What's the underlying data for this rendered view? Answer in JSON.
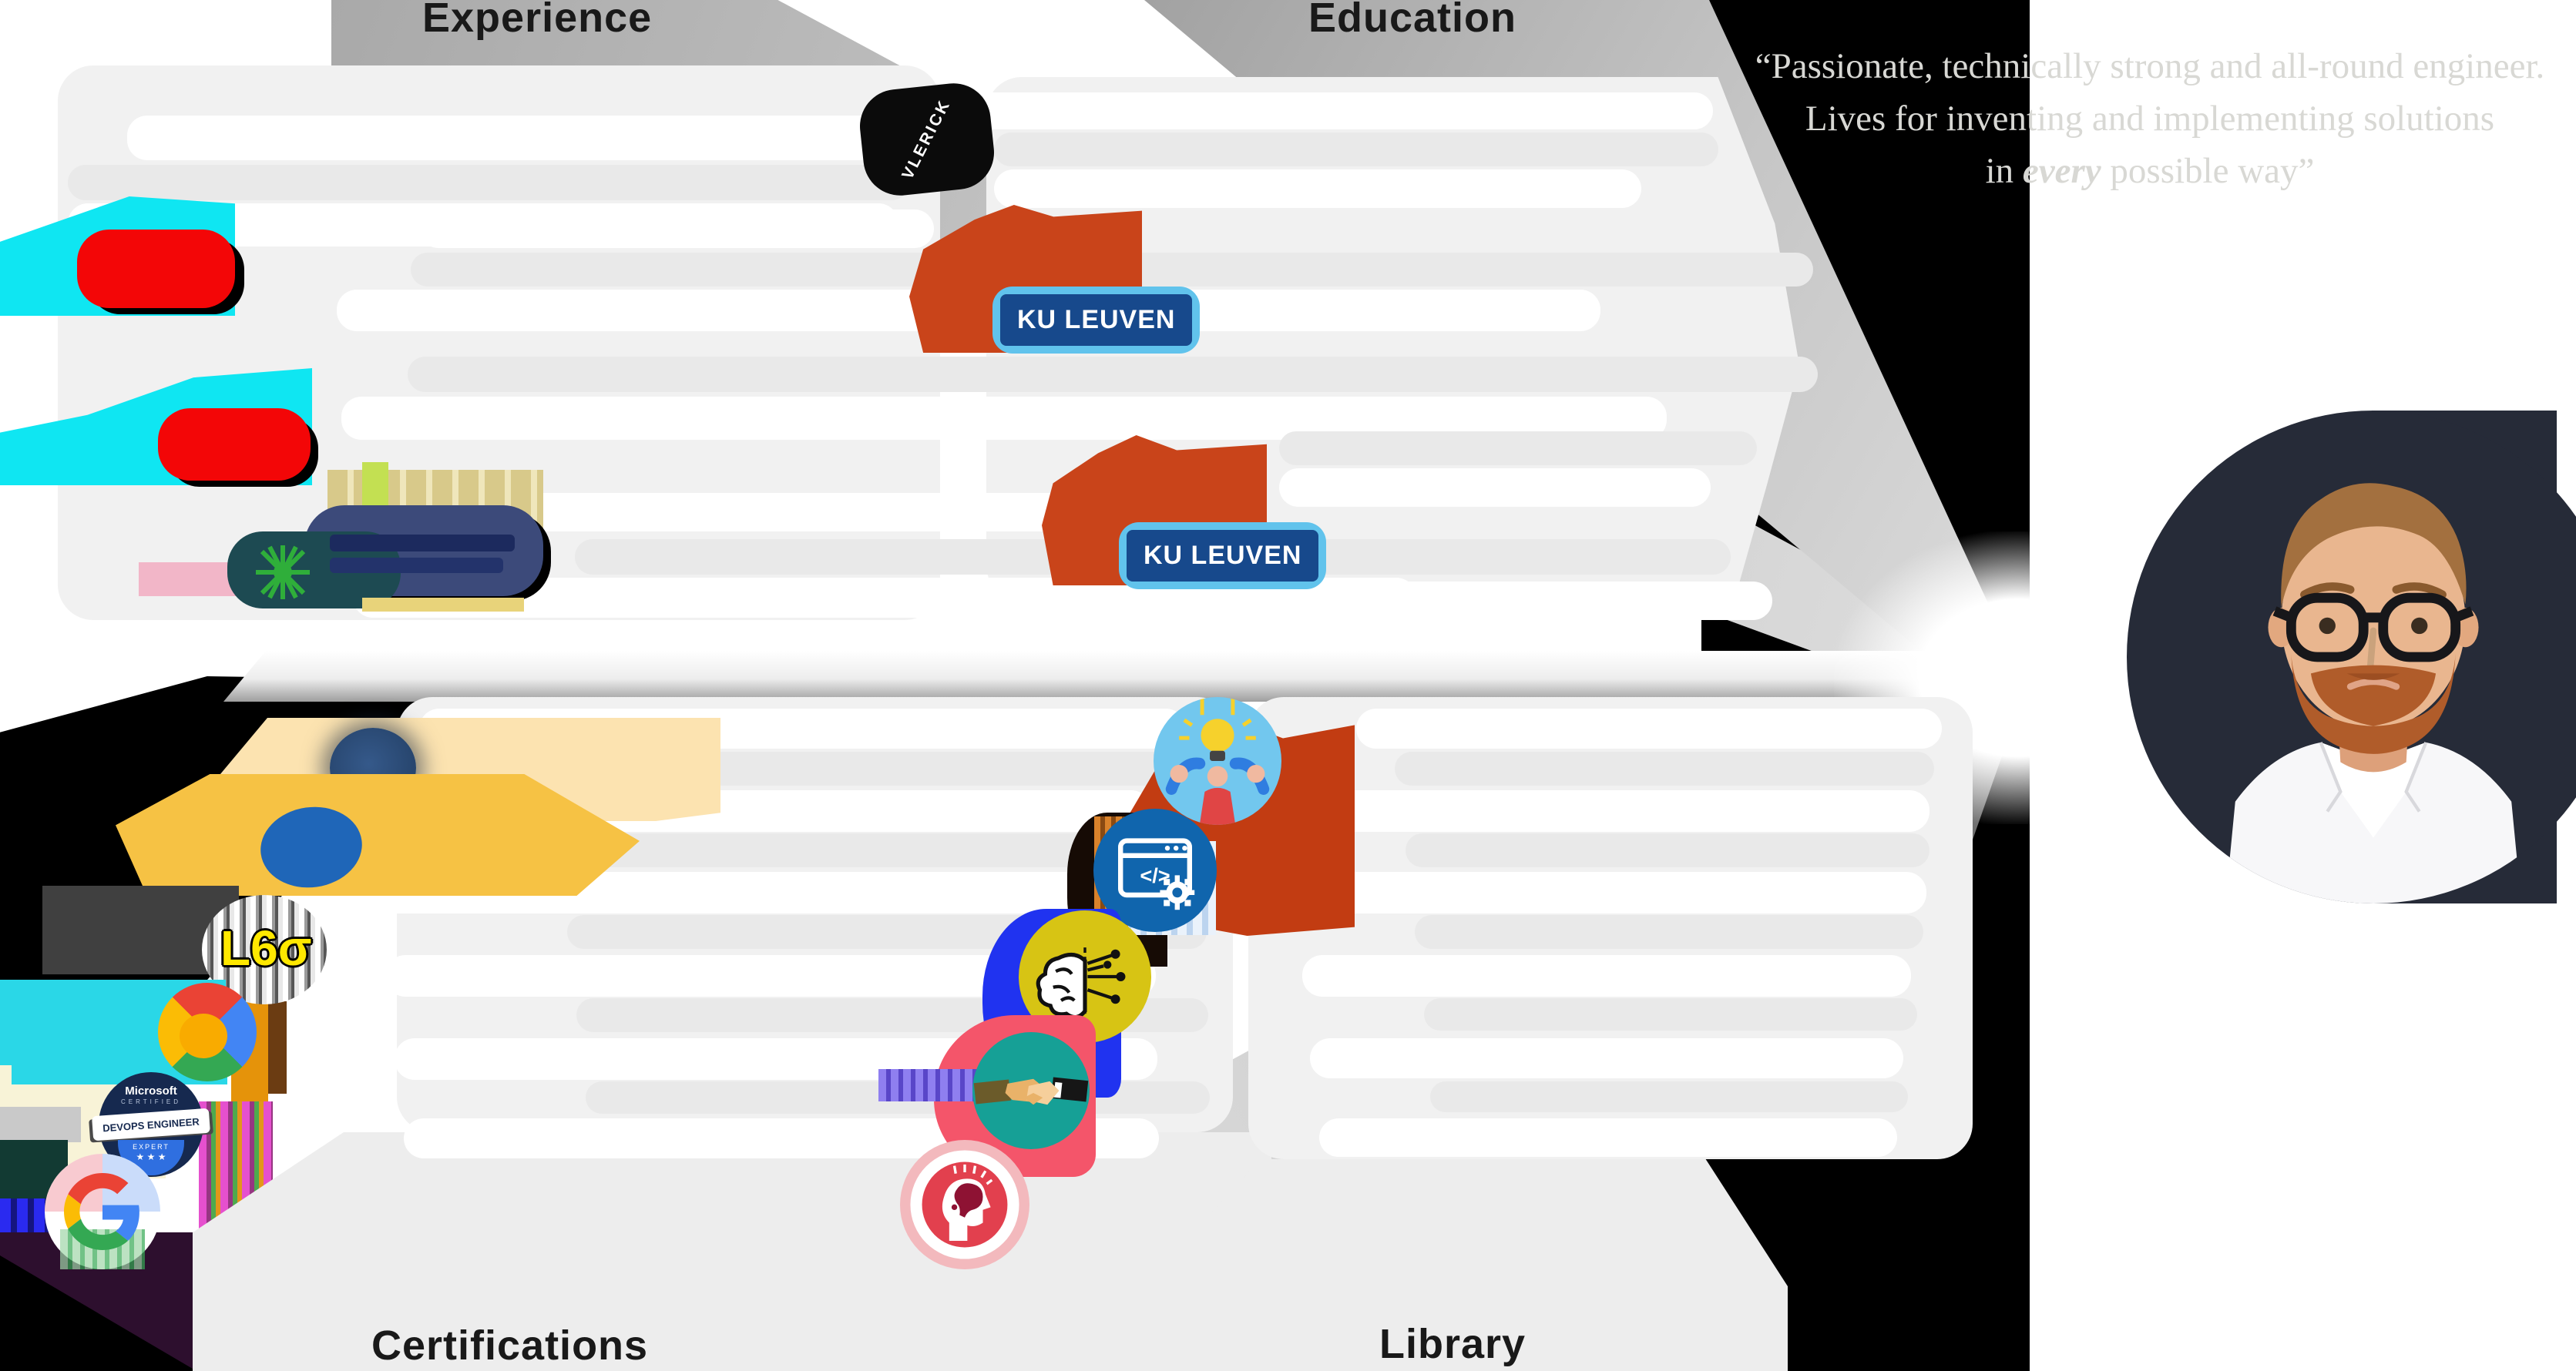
{
  "sections": {
    "experience": "Experience",
    "education": "Education",
    "certifications": "Certifications",
    "library": "Library"
  },
  "quote": {
    "line1": "“Passionate, technically strong and all-round engineer.",
    "line2": "Lives for inventing and implementing solutions",
    "line3_prefix": "in ",
    "line3_emphasis": "every",
    "line3_suffix": " possible way”"
  },
  "badges": {
    "vlerick": "VLERICK",
    "kuleuven": "KU LEUVEN",
    "lean_six_sigma": "L6σ",
    "microsoft": {
      "brand": "Microsoft",
      "certified": "CERTIFIED",
      "role": "DEVOPS ENGINEER",
      "level": "EXPERT",
      "stars": "★ ★ ★"
    }
  },
  "icon_names": [
    "idea-teamwork-icon",
    "code-window-icon",
    "machine-learning-brain-icon",
    "handshake-icon",
    "mindset-head-icon",
    "google-g-icon",
    "google-cloud-wheel-icon"
  ],
  "colors": {
    "background": "#ffffff",
    "black_column": "#000000",
    "portrait_panel": "#262b38",
    "band_gray_dark": "#a8a8a8",
    "band_gray_light": "#d9d9d9",
    "ghost_row_gray": "#e9e9e9",
    "kuleuven_blue": "#17498c",
    "kuleuven_sky": "#61c3ec",
    "vlerick_black": "#0b0b0b",
    "kuleuven_orange": "#c9441a",
    "cyan_logo": "#0fe6f2",
    "red_logo": "#f30607",
    "cert_cream": "#fce3b0",
    "cert_yellow": "#f6c244",
    "cert_navy_oval": "#2c4d78",
    "cert_blue_oval": "#1f66b8",
    "library_lightblue": "#72c7ee",
    "library_blue": "#1065ad",
    "library_yellow": "#d7c414",
    "library_teal": "#16a096",
    "library_pink": "#f3b9bd",
    "quote_text": "#d8d8d4"
  }
}
